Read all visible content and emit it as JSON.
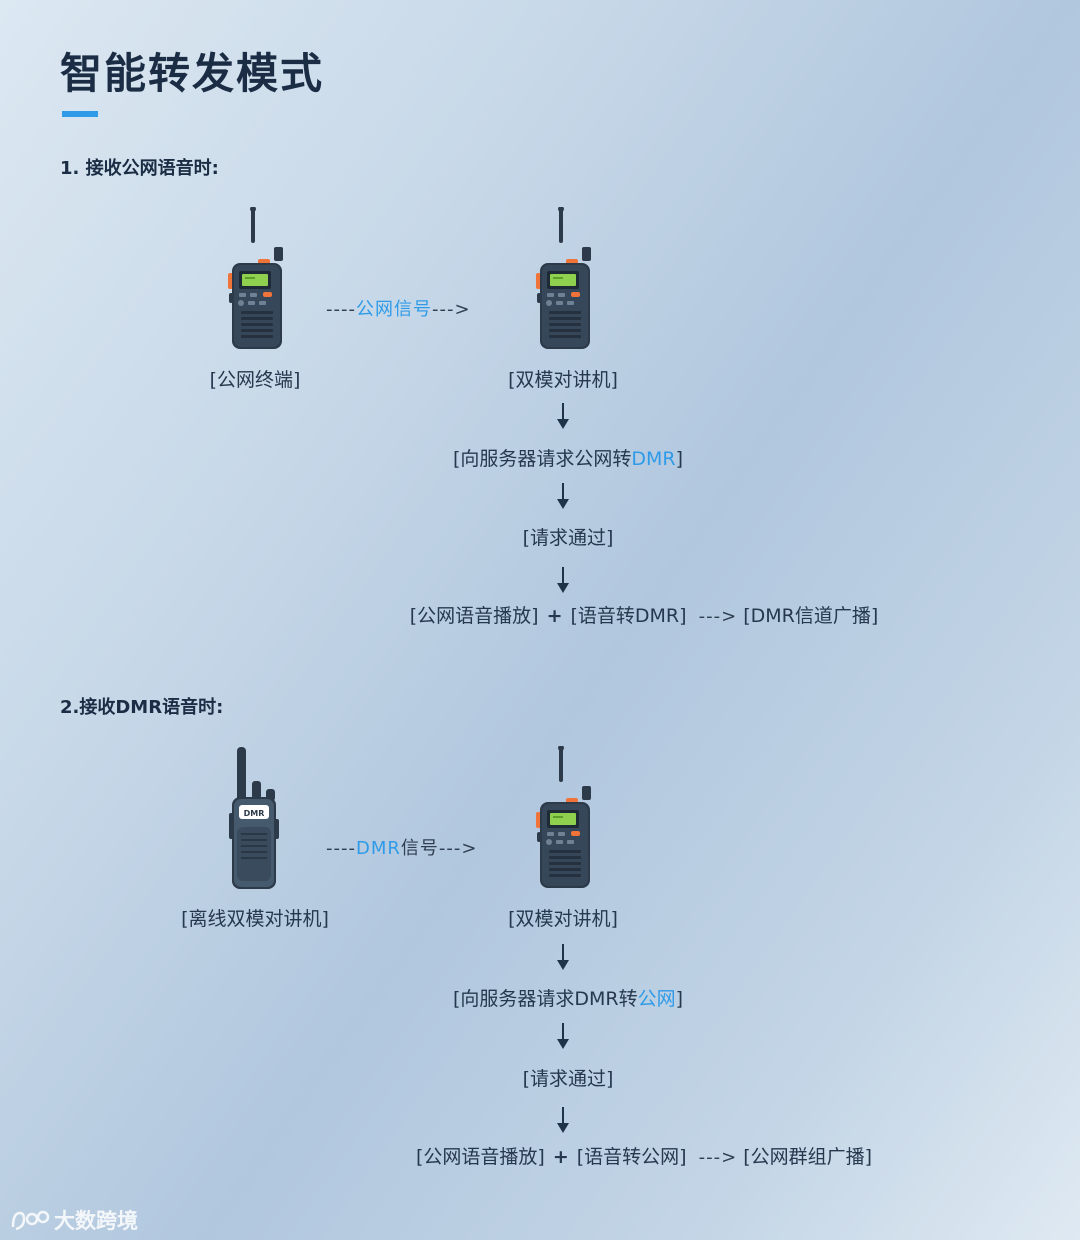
{
  "page": {
    "title": "智能转发模式"
  },
  "section1": {
    "heading": "1. 接收公网语音时:",
    "left_device_label": "[公网终端]",
    "right_device_label": "[双模对讲机]",
    "signal_prefix": "----",
    "signal_text": "公网信号",
    "signal_suffix": "--->",
    "step1_prefix": "[向服务器请求公网转",
    "step1_accent": "DMR",
    "step1_suffix": "]",
    "step2": "[请求通过]",
    "step3_part1": "[公网语音播放]",
    "step3_plus": "+",
    "step3_part2": "[语音转DMR]",
    "step3_arrow": "--->",
    "step3_part3": "[DMR信道广播]"
  },
  "section2": {
    "heading": "2.接收DMR语音时:",
    "left_device_label": "[离线双模对讲机]",
    "left_device_badge": "DMR",
    "right_device_label": "[双模对讲机]",
    "signal_prefix": "----",
    "signal_accent": "DMR",
    "signal_text": "信号",
    "signal_suffix": "--->",
    "step1_prefix": "[向服务器请求DMR转",
    "step1_accent": "公网",
    "step1_suffix": "]",
    "step2": "[请求通过]",
    "step3_part1": "[公网语音播放]",
    "step3_plus": "+",
    "step3_part2": "[语音转公网]",
    "step3_arrow": "--->",
    "step3_part3": "[公网群组广播]"
  },
  "watermark": {
    "text": "大数跨境",
    "icon": "brand-logo-icon"
  },
  "colors": {
    "accent": "#2f9be8",
    "text": "#25384e",
    "radio_body": "#2c3a4a",
    "radio_screen": "#8fd14f",
    "radio_knob": "#f0743a"
  }
}
